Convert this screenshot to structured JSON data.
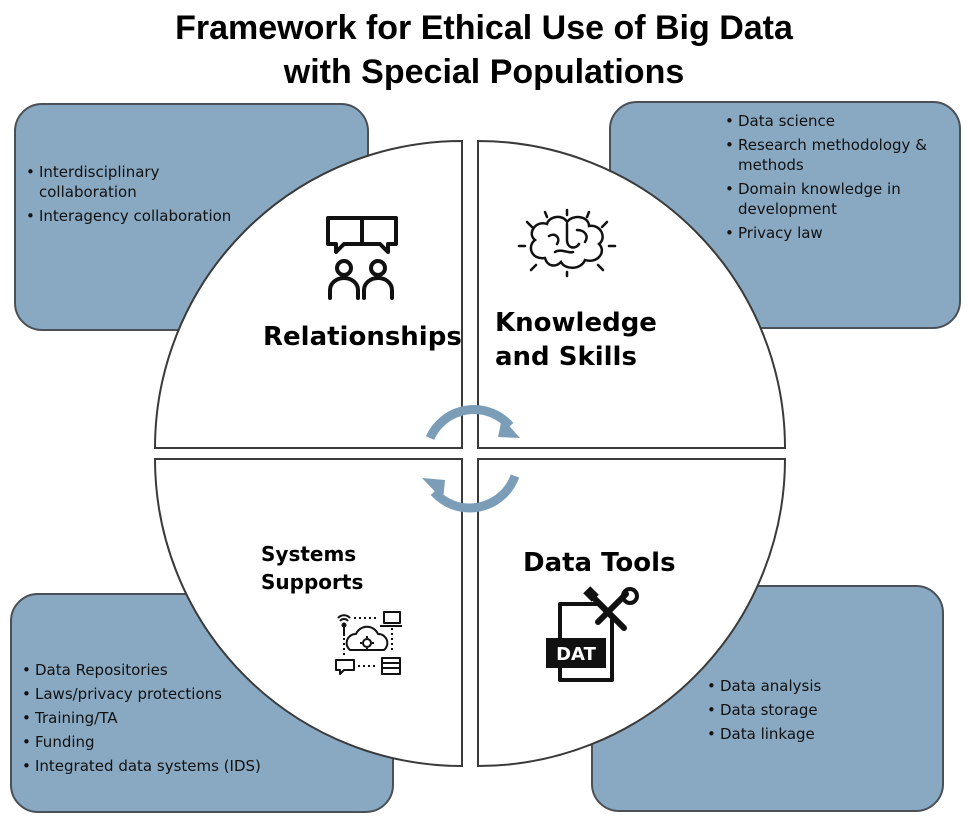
{
  "title": {
    "line1": "Framework for Ethical Use of Big Data",
    "line2": "with Special Populations"
  },
  "quadrants": {
    "relationships": {
      "label": "Relationships",
      "icon": "people-chat-icon",
      "items": [
        "Interdisciplinary collaboration",
        "Interagency collaboration"
      ]
    },
    "knowledge": {
      "label_line1": "Knowledge",
      "label_line2": "and Skills",
      "icon": "brain-icon",
      "items": [
        "Data science",
        "Research methodology & methods",
        "Domain knowledge in development",
        "Privacy law"
      ]
    },
    "systems": {
      "label_line1": "Systems",
      "label_line2": "Supports",
      "icon": "cloud-network-icon",
      "items": [
        "Data Repositories",
        "Laws/privacy protections",
        "Training/TA",
        "Funding",
        "Integrated data systems (IDS)"
      ]
    },
    "tools": {
      "label": "Data Tools",
      "icon": "data-file-tools-icon",
      "icon_text": "DAT",
      "items": [
        "Data analysis",
        "Data storage",
        "Data linkage"
      ]
    }
  },
  "colors": {
    "box_fill": "#89a9c2",
    "box_border": "#4b5057",
    "arrow": "#7b9db8",
    "circle_border": "#3a3a3a"
  }
}
